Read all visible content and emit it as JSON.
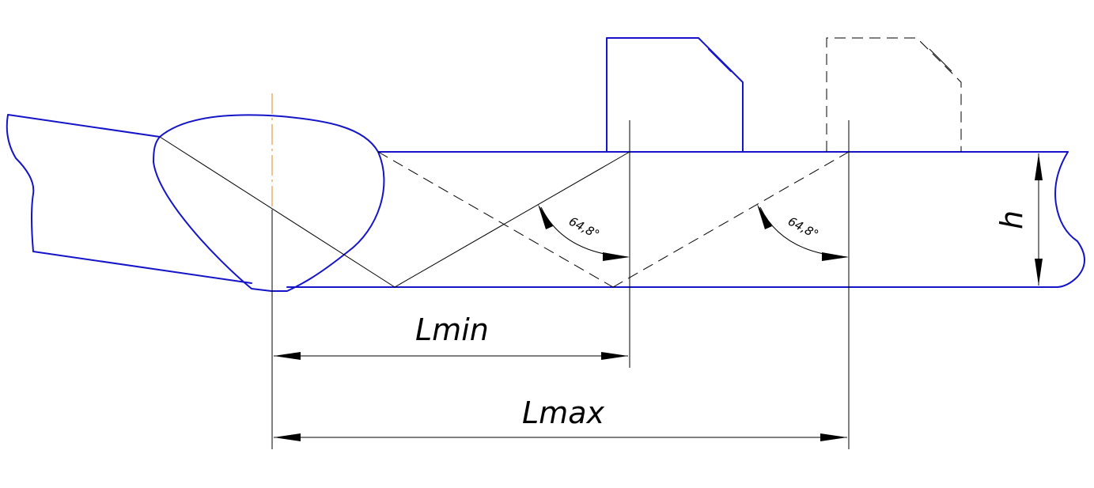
{
  "labels": {
    "l_min": "Lmin",
    "l_max": "Lmax",
    "thickness": "h",
    "angle_min": "64,8°",
    "angle_max": "64,8°"
  },
  "colors": {
    "outline": "#1414c8",
    "lines": "#000000",
    "axis": "#e08a1e"
  }
}
